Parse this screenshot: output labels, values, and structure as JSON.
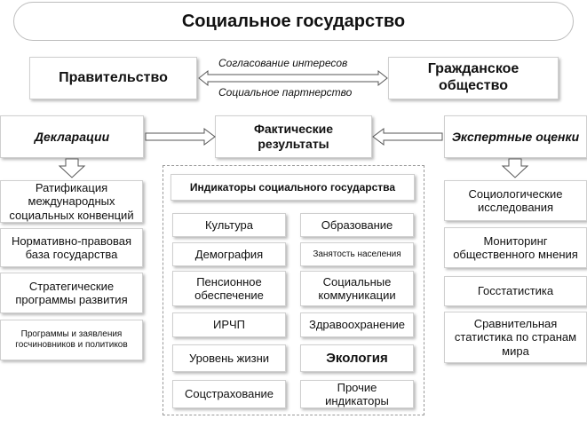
{
  "title": "Социальное государство",
  "top": {
    "government": "Правительство",
    "civil_society": "Гражданское общество",
    "arrow_top_label": "Согласование интересов",
    "arrow_bottom_label": "Социальное партнерство"
  },
  "middle": {
    "declarations": "Декларации",
    "actual_results": "Фактические результаты",
    "expert_assessments": "Экспертные оценки"
  },
  "left_column": [
    "Ратификация международных социальных конвенций",
    "Нормативно-правовая база государства",
    "Стратегические программы развития",
    "Программы и заявления госчиновников и политиков"
  ],
  "indicators": {
    "header": "Индикаторы социального государства",
    "left": [
      "Культура",
      "Демография",
      "Пенсионное обеспечение",
      "ИРЧП",
      "Уровень жизни",
      "Соцстрахование"
    ],
    "right": [
      "Образование",
      "Занятость населения",
      "Социальные коммуникации",
      "Здравоохранение",
      "Экология",
      "Прочие индикаторы"
    ]
  },
  "right_column": [
    "Социологические исследования",
    "Мониторинг общественного мнения",
    "Госстатистика",
    "Сравнительная статистика по странам мира"
  ]
}
